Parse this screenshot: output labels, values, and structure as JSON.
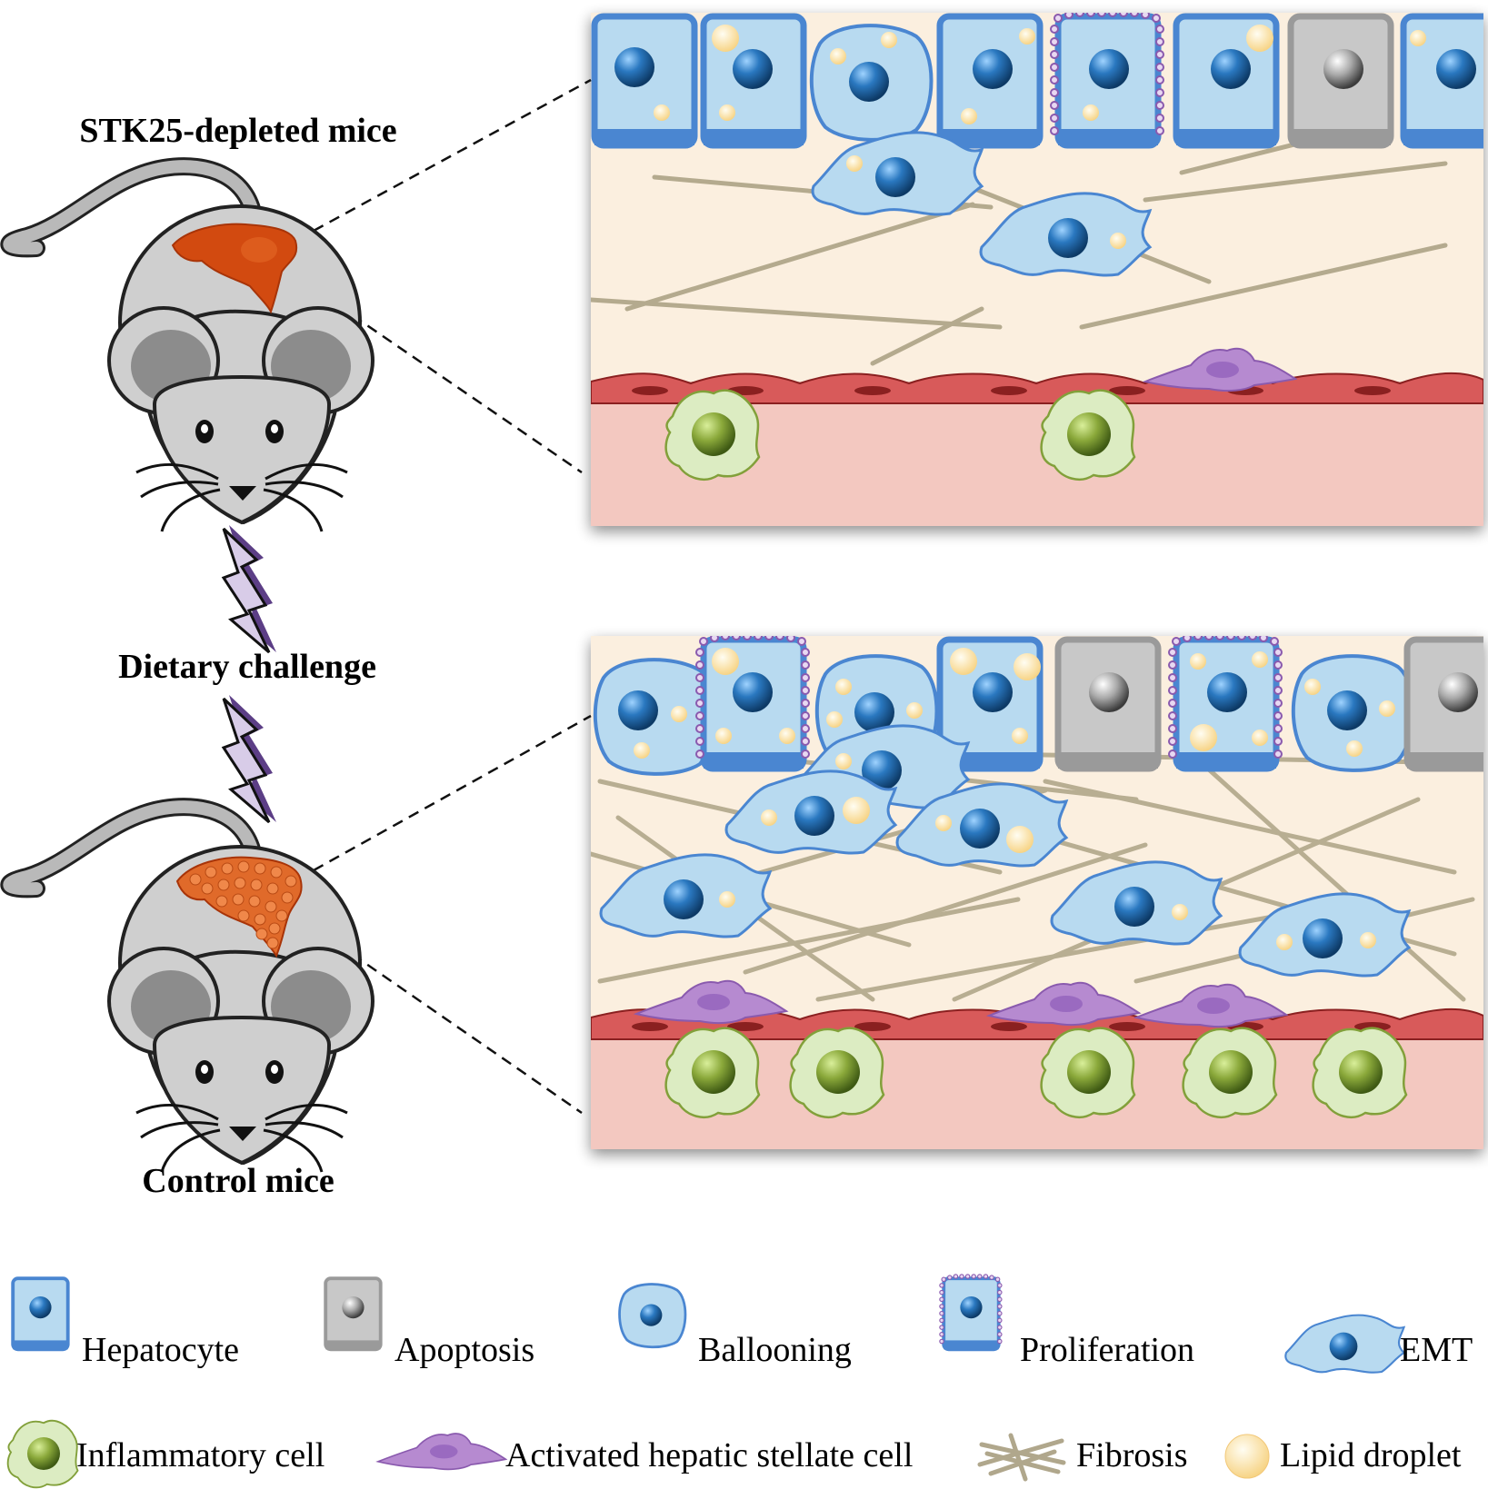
{
  "labels": {
    "top_mouse": "STK25-depleted mice",
    "challenge": "Dietary challenge",
    "bottom_mouse": "Control mice"
  },
  "legend": [
    {
      "icon": "hepatocyte-icon",
      "label": "Hepatocyte"
    },
    {
      "icon": "apoptosis-icon",
      "label": "Apoptosis"
    },
    {
      "icon": "ballooning-icon",
      "label": "Ballooning"
    },
    {
      "icon": "proliferation-icon",
      "label": "Proliferation"
    },
    {
      "icon": "emt-icon",
      "label": "EMT"
    },
    {
      "icon": "inflammatory-cell-icon",
      "label": "Inflammatory cell"
    },
    {
      "icon": "stellate-cell-icon",
      "label": "Activated hepatic stellate cell"
    },
    {
      "icon": "fibrosis-icon",
      "label": "Fibrosis"
    },
    {
      "icon": "lipid-droplet-icon",
      "label": "Lipid droplet"
    }
  ],
  "colors": {
    "hepatocyte_fill": "#b8daf0",
    "hepatocyte_border": "#4a86d1",
    "nucleus_blue": "#1f5f9e",
    "apoptosis_fill": "#c8c8c8",
    "tissue_bg": "#fbefdf",
    "vessel_bg": "#f3c8c0",
    "endothelium": "#c24545",
    "inflammatory_fill": "#dcecc2",
    "inflammatory_nucleus": "#7a9a2a",
    "stellate": "#a27ac0",
    "fibrosis": "#a89e80",
    "lipid": "#fbe3a8",
    "liver": "#d24a10",
    "mouse_body": "#cfcfcf"
  }
}
